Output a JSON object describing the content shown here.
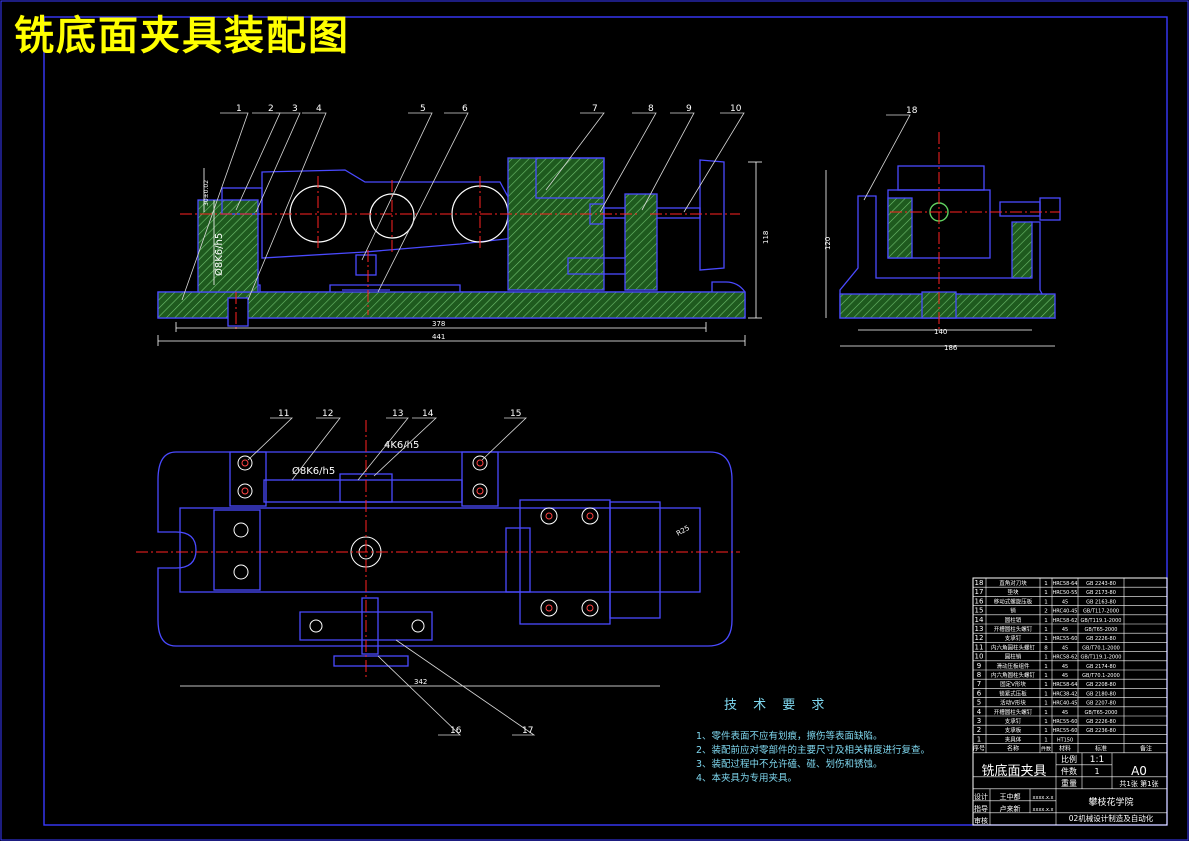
{
  "title": "铣底面夹具装配图",
  "colors": {
    "background": "#000000",
    "title": "#ffff00",
    "outline": "#4a4aff",
    "centerline": "#ff2222",
    "section_fill": "#2f7a2f",
    "leader": "#d8d8d8",
    "tech_text": "#7fd8f0"
  },
  "callouts": [
    "1",
    "2",
    "3",
    "4",
    "5",
    "6",
    "7",
    "8",
    "9",
    "10",
    "11",
    "12",
    "13",
    "14",
    "15",
    "16",
    "17",
    "18"
  ],
  "dimensions": {
    "fit_main_vert": "Ø8K6/h5",
    "fit_plan": "Ø8K6/h5",
    "fit_pin": "4K6/h5",
    "height_left": "30±0.02",
    "total_inner": "378",
    "total_len": "441",
    "height_right": "118",
    "side_height": "120",
    "side_inner": "140",
    "side_total": "186",
    "plan_len": "342",
    "angle": "R25"
  },
  "tech_req": {
    "title": "技 术 要 求",
    "items": [
      "1、零件表面不应有划痕，擦伤等表面缺陷。",
      "2、装配前应对零部件的主要尺寸及相关精度进行复查。",
      "3、装配过程中不允许磕、碰、划伤和锈蚀。",
      "4、本夹具为专用夹具。"
    ]
  },
  "bom": {
    "rows": [
      {
        "no": "18",
        "name": "直角对刀块",
        "qty": "1",
        "mat": "HRC58-64",
        "std": "GB 2243-80"
      },
      {
        "no": "17",
        "name": "垫块",
        "qty": "1",
        "mat": "HRC50-55",
        "std": "GB 2173-80"
      },
      {
        "no": "16",
        "name": "移动式螺旋压板",
        "qty": "1",
        "mat": "45",
        "std": "GB 2163-80"
      },
      {
        "no": "15",
        "name": "销",
        "qty": "2",
        "mat": "HRC40-45",
        "std": "GB/T117-2000"
      },
      {
        "no": "14",
        "name": "圆柱销",
        "qty": "1",
        "mat": "HRC58-62",
        "std": "GB/T119.1-2000"
      },
      {
        "no": "13",
        "name": "开槽圆柱头螺钉",
        "qty": "1",
        "mat": "45",
        "std": "GB/T65-2000"
      },
      {
        "no": "12",
        "name": "支承钉",
        "qty": "1",
        "mat": "HRC55-60",
        "std": "GB 2226-80"
      },
      {
        "no": "11",
        "name": "内六角圆柱头螺钉",
        "qty": "8",
        "mat": "45",
        "std": "GB/T70.1-2000"
      },
      {
        "no": "10",
        "name": "圆柱销",
        "qty": "1",
        "mat": "HRC58-62",
        "std": "GB/T119.1-2000"
      },
      {
        "no": "9",
        "name": "滑动压板组件",
        "qty": "1",
        "mat": "45",
        "std": "GB 2174-80"
      },
      {
        "no": "8",
        "name": "内六角圆柱头螺钉",
        "qty": "1",
        "mat": "45",
        "std": "GB/T70.1-2000"
      },
      {
        "no": "7",
        "name": "固定V形块",
        "qty": "1",
        "mat": "HRC58-64",
        "std": "GB 2208-80"
      },
      {
        "no": "6",
        "name": "锁紧式压板",
        "qty": "1",
        "mat": "HRC38-42",
        "std": "GB 2180-80"
      },
      {
        "no": "5",
        "name": "活动V形块",
        "qty": "1",
        "mat": "HRC40-45",
        "std": "GB 2207-80"
      },
      {
        "no": "4",
        "name": "开槽圆柱头螺钉",
        "qty": "1",
        "mat": "45",
        "std": "GB/T65-2000"
      },
      {
        "no": "3",
        "name": "支承钉",
        "qty": "1",
        "mat": "HRC55-60",
        "std": "GB 2226-80"
      },
      {
        "no": "2",
        "name": "支承板",
        "qty": "1",
        "mat": "HRC55-60",
        "std": "GB 2236-80"
      },
      {
        "no": "1",
        "name": "夹具体",
        "qty": "1",
        "mat": "HT150",
        "std": ""
      }
    ],
    "header": {
      "no": "序号",
      "name": "名称",
      "qty": "件数",
      "mat": "材料",
      "std": "标准",
      "remark": "备注"
    },
    "title_block": {
      "drawing_name": "铣底面夹具",
      "scale_label": "比例",
      "scale_value": "1:1",
      "qty_label": "件数",
      "qty_value": "1",
      "sheet_size": "A0",
      "weight_label": "重量",
      "sheets": "共1张  第1张",
      "design_label": "设计",
      "design_name": "王中都",
      "design_date": "xxxx.x.x",
      "check_label": "指导",
      "check_name": "卢来新",
      "check_date": "xxxx.x.x",
      "review_label": "审核",
      "school": "攀枝花学院",
      "major": "02机械设计制造及自动化"
    }
  }
}
